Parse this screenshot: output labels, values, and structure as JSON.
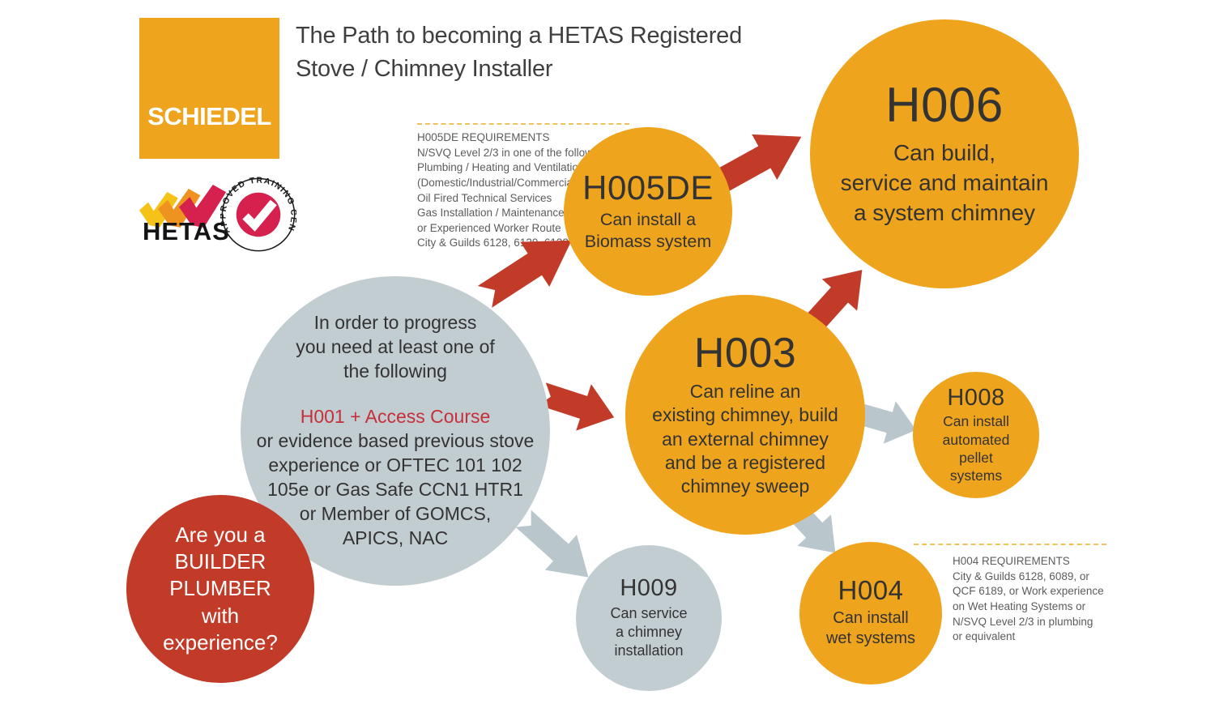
{
  "colors": {
    "brand_orange": "#efa41e",
    "arrow_red": "#c23a28",
    "circle_gray": "#c2cdd2",
    "arrow_gray": "#b9c7cd",
    "badge_crimson": "#d6204e",
    "hetas_yellow": "#f5c318",
    "hetas_orange": "#ef9320",
    "highlight_red": "#c62f39",
    "dashed_line_yellow": "#eec35d",
    "text_dark": "#3f3f3f"
  },
  "header": {
    "logo": "SCHIEDEL",
    "title_line1": "The Path to becoming a HETAS Registered",
    "title_line2": "Stove / Chimney Installer"
  },
  "hetas": {
    "wordmark": "HETAS",
    "badge_ring_text": "APPROVED TRAINING CENTRE •"
  },
  "notes": {
    "h005de": {
      "title": "H005DE REQUIREMENTS",
      "lines": [
        "N/SVQ Level 2/3 in one of the following",
        "Plumbing / Heating and Ventilation",
        "(Domestic/Industrial/Commercial)",
        "Oil Fired Technical Services",
        "Gas Installation / Maintenance",
        "or Experienced Worker Route",
        "City & Guilds 6128, 6129, 6132"
      ]
    },
    "h004": {
      "title": "H004 REQUIREMENTS",
      "lines": [
        "City & Guilds 6128, 6089, or",
        "QCF 6189, or Work experience",
        "on Wet Heating Systems or",
        "N/SVQ Level 2/3 in plumbing",
        "or equivalent"
      ]
    }
  },
  "start_circle": {
    "intro": [
      "In order to progress",
      "you need at least one of",
      "the following"
    ],
    "highlight": "H001 + Access Course",
    "body": [
      "or evidence based previous stove",
      "experience or OFTEC 101 102",
      "105e or Gas Safe CCN1 HTR1",
      "or Member of GOMCS,",
      "APICS, NAC"
    ]
  },
  "builder_circle": {
    "lines": [
      "Are you a",
      "BUILDER",
      "PLUMBER",
      "with",
      "experience?"
    ]
  },
  "courses": {
    "h005de": {
      "code": "H005DE",
      "desc": [
        "Can install a",
        "Biomass system"
      ]
    },
    "h006": {
      "code": "H006",
      "desc": [
        "Can build,",
        "service and maintain",
        "a system chimney"
      ]
    },
    "h003": {
      "code": "H003",
      "desc": [
        "Can reline an",
        "existing chimney, build",
        "an external chimney",
        "and be a registered",
        "chimney sweep"
      ]
    },
    "h008": {
      "code": "H008",
      "desc": [
        "Can install",
        "automated",
        "pellet",
        "systems"
      ]
    },
    "h009": {
      "code": "H009",
      "desc": [
        "Can service",
        "a chimney",
        "installation"
      ]
    },
    "h004": {
      "code": "H004",
      "desc": [
        "Can install",
        "wet systems"
      ]
    }
  }
}
